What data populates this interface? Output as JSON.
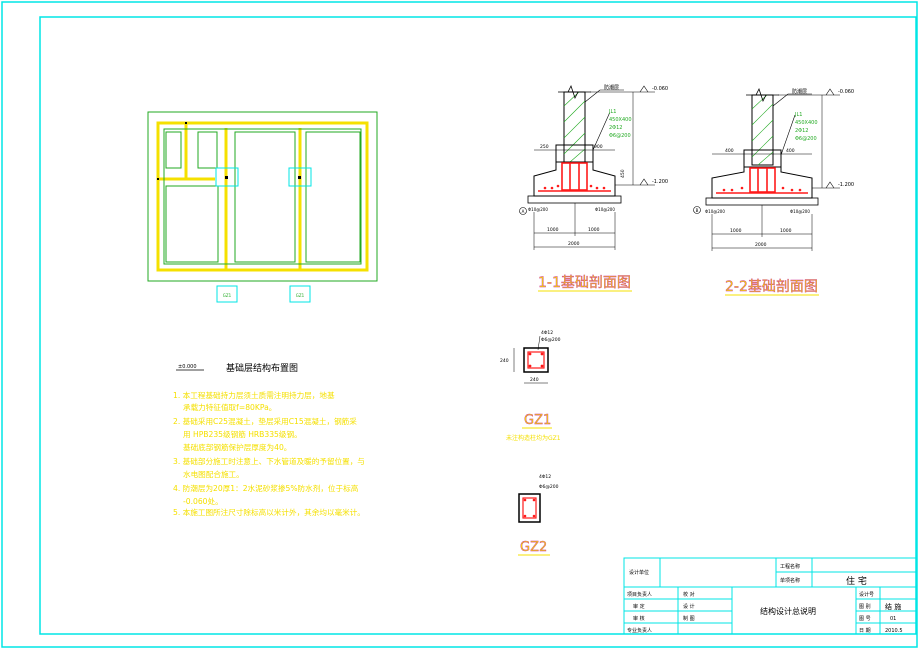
{
  "colors": {
    "cyan": "#00e5e5",
    "yellow": "#f5e000",
    "green": "#22aa22",
    "red": "#ff1a1a",
    "black": "#000000",
    "magenta": "#cc3399"
  },
  "plan": {
    "title": "基础层结构布置图",
    "level_mark": "±0.000",
    "legend_1": "GZ1",
    "legend_2": "GZ1"
  },
  "notes": {
    "line_1": "1. 本工程基础持力层须土质需注明持力层，地基",
    "line_2": "承载力特征值取f=80KPa。",
    "line_3": "2. 基础采用C25混凝土，垫层采用C15混凝土，钢筋采",
    "line_4": "用 HPB235级钢筋 HRB335级钢。",
    "line_5": "基础底部钢筋保护层厚度为40。",
    "line_6": "3. 基础部分施工时注意上、下水管道及暖的予留位置，与",
    "line_7": "水电图配合施工。",
    "line_8": "4. 防潮层为20厚1：2水泥砂浆掺5%防水剂，位于标高",
    "line_9": "-0.060处。",
    "line_10": "5. 本施工图所注尺寸除标高以米计外，其余均以毫米计。"
  },
  "section_1": {
    "title": "1-1基础剖面图",
    "layer": "防潮层",
    "beam": "JL1",
    "beam_spec_1": "450X400",
    "beam_spec_2": "2Φ12",
    "beam_spec_3": "Φ6@200",
    "elev_top": "-0.060",
    "elev_bottom": "-1.200",
    "dim_a": "250",
    "dim_b": "900",
    "dim_total": "2000",
    "dim_left": "1000",
    "dim_right": "1000",
    "height": "450",
    "rebar": "Φ10@200",
    "rebar_2": "Φ10@200",
    "axis": "A"
  },
  "section_2": {
    "title": "2-2基础剖面图",
    "layer": "防潮层",
    "beam": "JL1",
    "beam_spec_1": "450X400",
    "beam_spec_2": "2Φ12",
    "beam_spec_3": "Φ6@200",
    "elev_top": "-0.060",
    "elev_bottom": "-1.200",
    "dim_a": "400",
    "dim_b": "400",
    "dim_total": "2000",
    "dim_left": "1000",
    "dim_right": "1000",
    "rebar": "Φ10@200",
    "rebar_2": "Φ10@200",
    "axis": "B"
  },
  "gz1": {
    "label": "GZ1",
    "spec": "4Φ12",
    "spec_2": "Φ6@200",
    "dim_w": "240",
    "dim_h": "240",
    "note": "未注构造柱均为GZ1"
  },
  "gz2": {
    "label": "GZ2",
    "spec": "4Φ12",
    "spec_2": "Φ6@200"
  },
  "title_block": {
    "design_unit": "设计单位",
    "project_name_label": "工程名称",
    "project_name": "",
    "subitem_label": "单项名称",
    "subitem": "住 宅",
    "drawing_title": "结构设计总说明",
    "row1_a": "项目负责人",
    "row1_b": "校 对",
    "row2_a": "审 定",
    "row2_b": "设 计",
    "row3_a": "审 核",
    "row3_b": "制 图",
    "row4_a": "专业负责人",
    "stage_label": "设计号",
    "stage": "",
    "drawing_type_label": "图 别",
    "drawing_type": "结 施",
    "drawing_no_label": "图 号",
    "drawing_no": "01",
    "date_label": "日 期",
    "date": "2010.5"
  }
}
